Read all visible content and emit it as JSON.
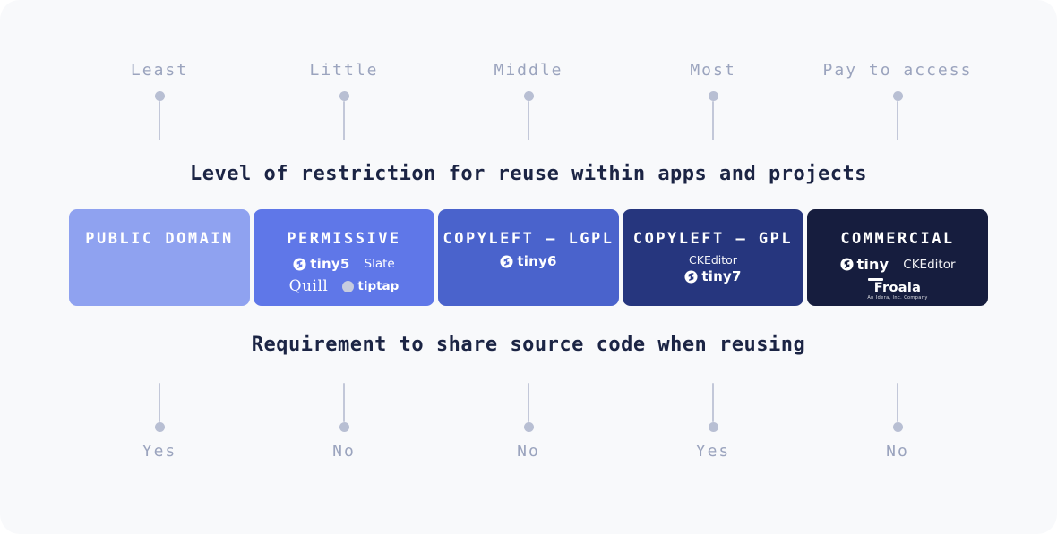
{
  "top_axis": {
    "labels": [
      "Least",
      "Little",
      "Middle",
      "Most",
      "Pay to access"
    ],
    "title": "Level of restriction for reuse within apps and projects"
  },
  "cards": [
    {
      "title": "PUBLIC DOMAIN",
      "color": "#8fa2f0"
    },
    {
      "title": "PERMISSIVE",
      "color": "#5f77e8",
      "logos": {
        "tiny5": "tiny5",
        "slate": "Slate",
        "quill": "Quill",
        "tiptap": "tiptap"
      }
    },
    {
      "title": "COPYLEFT — LGPL",
      "color": "#4a63cc",
      "logos": {
        "tiny6": "tiny6"
      }
    },
    {
      "title": "COPYLEFT — GPL",
      "color": "#26367e",
      "logos": {
        "ckeditor": "CKEditor",
        "tiny7": "tiny7"
      }
    },
    {
      "title": "COMMERCIAL",
      "color": "#161d3e",
      "logos": {
        "tiny": "tiny",
        "ckeditor": "CKEditor",
        "froala": "Froala",
        "froala_sub": "An Idera, Inc. Company"
      }
    }
  ],
  "bottom_axis": {
    "title": "Requirement to share source code when reusing",
    "labels": [
      "Yes",
      "No",
      "No",
      "Yes",
      "No"
    ]
  },
  "colors": {
    "panel_background": "#f8f9fb",
    "heading_text": "#1b2444",
    "axis_label_text": "#9ba4be",
    "pin": "#b8bfd3",
    "card_text": "#ffffff"
  }
}
